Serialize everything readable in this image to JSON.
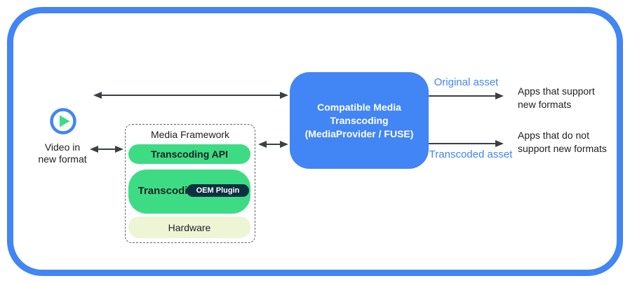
{
  "colors": {
    "frame_blue": "#4285F4",
    "box_blue": "#4285F4",
    "android_green": "#3DDC84",
    "oem_navy": "#0E3142",
    "hardware_cream": "#EEF5D5",
    "arrow_gray": "#3C4043",
    "flow_label_blue": "#4285F4",
    "text_dark": "#202124"
  },
  "source": {
    "label": "Video in\nnew format"
  },
  "media_framework": {
    "title": "Media Framework",
    "layers": {
      "api": {
        "label": "Transcoding API"
      },
      "service": {
        "label": "Transcoding Service"
      },
      "oem": {
        "label": "OEM Plugin"
      },
      "hardware": {
        "label": "Hardware"
      }
    }
  },
  "transcoding_box": {
    "title": "Compatible Media\nTranscoding\n(MediaProvider / FUSE)"
  },
  "flows": {
    "original": {
      "label": "Original asset"
    },
    "transcoded": {
      "label": "Transcoded asset"
    }
  },
  "consumers": {
    "supporting": {
      "label": "Apps that support\nnew formats"
    },
    "non_supporting": {
      "label": "Apps that do not\nsupport new formats"
    }
  }
}
